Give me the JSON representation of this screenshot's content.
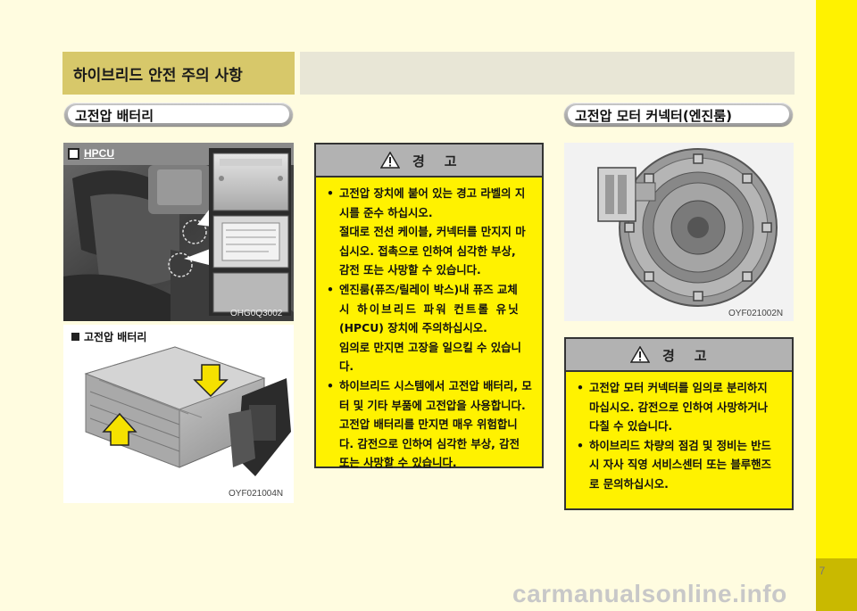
{
  "header": {
    "title": "하이브리드 안전 주의 사항"
  },
  "sections": {
    "left_title": "고전압 배터리",
    "right_title": "고전압 모터 커넥터(엔진룸)"
  },
  "photos": {
    "hpcu_label": "HPCU",
    "hpcu_caption": "OHG0Q3002",
    "battery_label": "고전압 배터리",
    "battery_caption": "OYF021004N",
    "motor_caption": "OYF021002N"
  },
  "warning1": {
    "title": "경고",
    "items": [
      [
        "고전압 장치에 붙어 있는 경고 라벨의 지",
        "시를 준수 하십시오.",
        "절대로 전선 케이블, 커넥터를 만지지 마",
        "십시오. 접촉으로 인하여 심각한 부상,",
        "감전 또는 사망할 수 있습니다."
      ],
      [
        "엔진룸(퓨즈/릴레이 박스)내 퓨즈 교체",
        "시 하이브리드 파워 컨트롤 유닛",
        "(HPCU) 장치에 주의하십시오.",
        "임의로 만지면 고장을 일으킬 수 있습니다."
      ],
      [
        "하이브리드 시스템에서 고전압 배터리, 모",
        "터 및 기타 부품에 고전압을 사용합니다.",
        "고전압 배터리를 만지면 매우 위험합니",
        "다. 감전으로 인하여 심각한 부상, 감전",
        "또는 사망할 수 있습니다."
      ]
    ]
  },
  "warning2": {
    "title": "경고",
    "items": [
      [
        "고전압 모터 커넥터를 임의로 분리하지",
        "마십시오. 감전으로 인하여 사망하거나",
        "다칠 수 있습니다."
      ],
      [
        "하이브리드 차량의 점검 및 정비는 반드",
        "시 자사 직영 서비스센터 또는 블루핸즈",
        "로 문의하십시오."
      ]
    ]
  },
  "page_number": "7",
  "watermark": "carmanualsonline.info"
}
